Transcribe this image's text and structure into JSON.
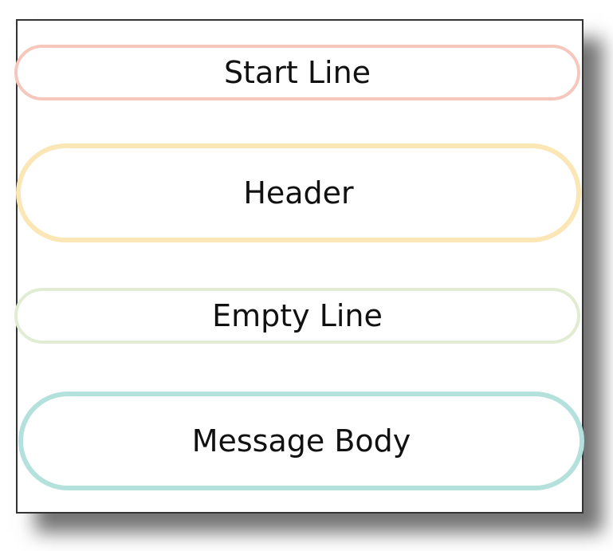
{
  "diagram": {
    "sections": [
      {
        "label": "Start Line",
        "color": "#f6c8bd"
      },
      {
        "label": "Header",
        "color": "#fbe6b5"
      },
      {
        "label": "Empty Line",
        "color": "#e2ecd3"
      },
      {
        "label": "Message Body",
        "color": "#b4e1dc"
      }
    ]
  }
}
